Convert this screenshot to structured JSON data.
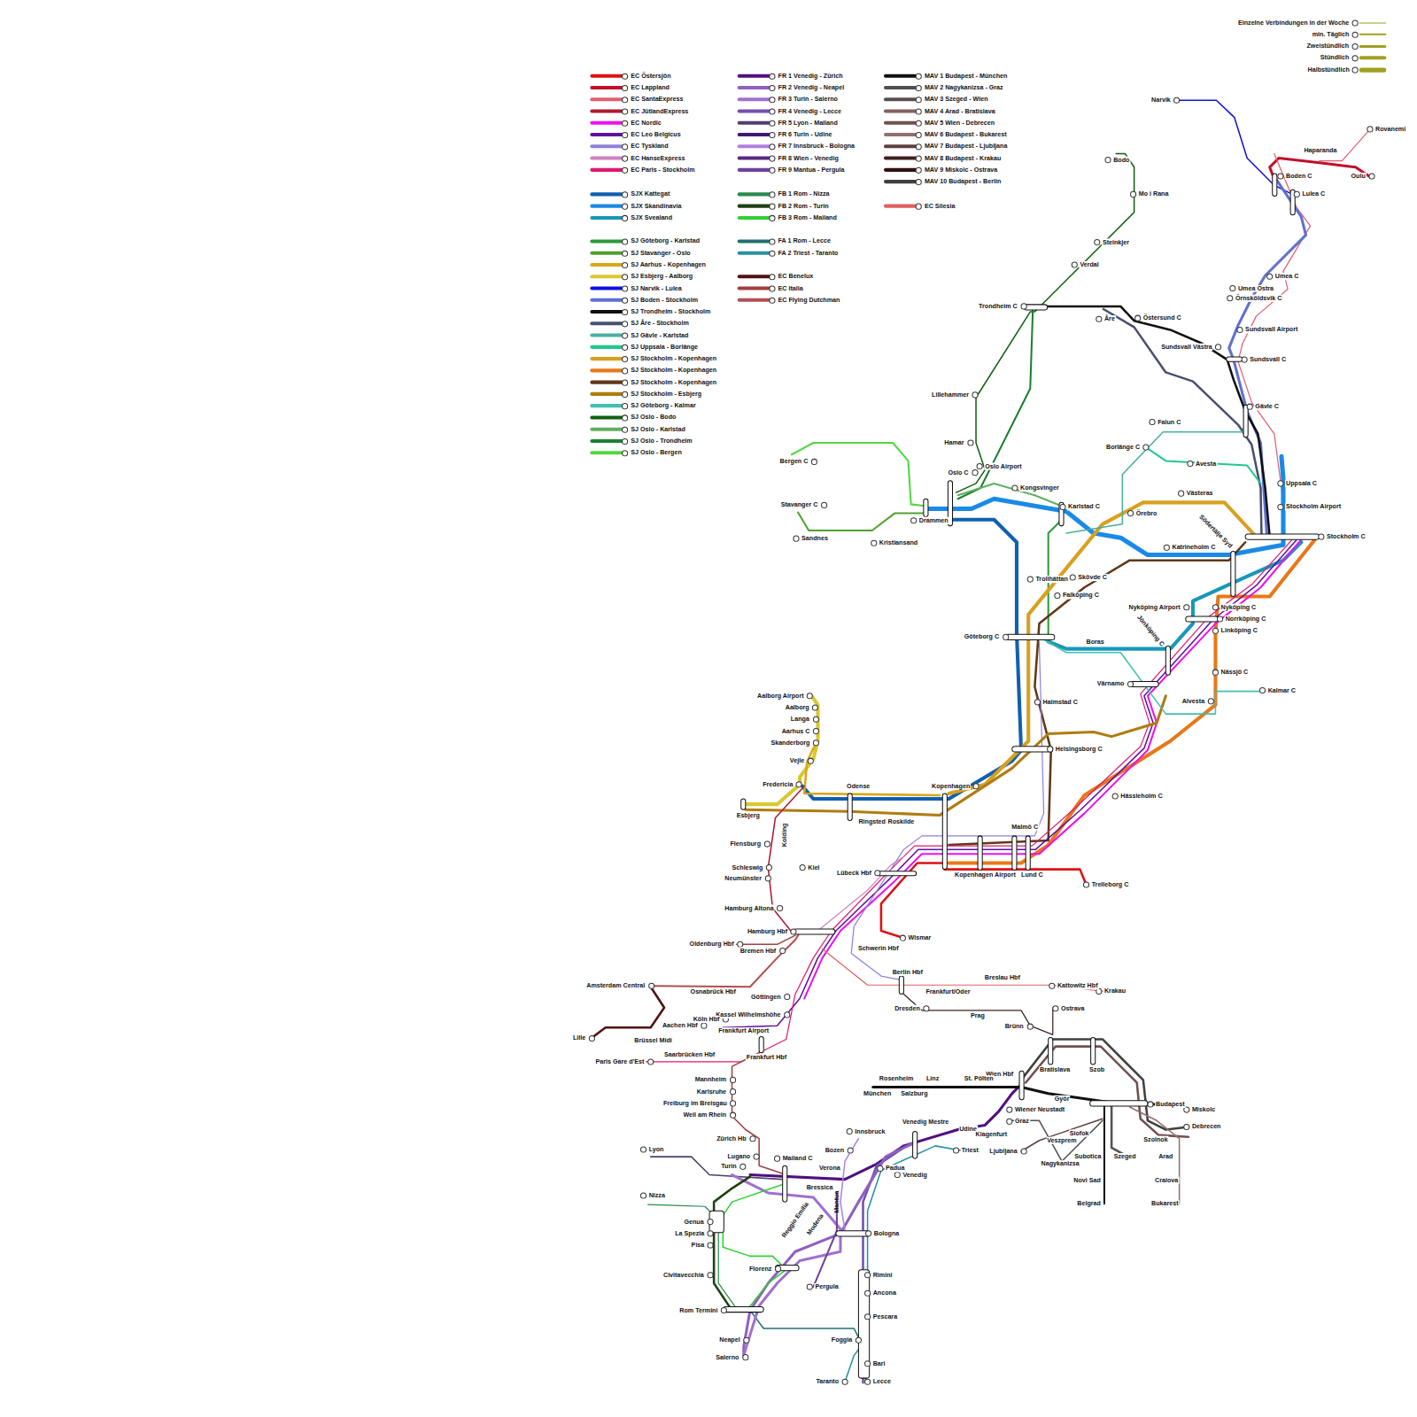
{
  "diagram": {
    "labels": [
      "Narvik",
      "Rovanemi",
      "Haparanda",
      "Boden C",
      "Oulu",
      "Lulea C",
      "Bodo",
      "Mo i Rana",
      "Steinkjer",
      "Verdal",
      "Trondheim C",
      "Åre",
      "Östersund C",
      "Umea C",
      "Umea Östra",
      "Örnsköldsvik C",
      "Sundsvall Airport",
      "Sundsvall Västra",
      "Sundsvall C",
      "Lillehammer",
      "Gävle C",
      "Falun C",
      "Hamar",
      "Borlänge C",
      "Bergen C",
      "Avesta",
      "Oslo Airport",
      "Oslo C",
      "Uppsala C",
      "Kongsvinger",
      "Västeras",
      "Stavanger C",
      "Karlstad C",
      "Stockholm Airport",
      "Drammen",
      "Örebro",
      "Södertälje Syd",
      "Stockholm C",
      "Sandnes",
      "Kristiansand",
      "Katrineholm C",
      "Trollhättan",
      "Skövde C",
      "Falköping C",
      "Nyköping Airport",
      "Nyköping C",
      "Norrköping C",
      "Linköping C",
      "Jönköping C",
      "Göteborg C",
      "Boras",
      "Nässjö C",
      "Värnamo",
      "Kalmar C",
      "Aalborg Airport",
      "Alvesta",
      "Halmstad C",
      "Aalborg",
      "Langa",
      "Aarhus C",
      "Skanderborg",
      "Helsingsborg C",
      "Vejle",
      "Fredericia",
      "Odense",
      "Kopenhagen",
      "Hässleholm C",
      "Esbjerg",
      "Ringsted",
      "Roskilde",
      "Malmö C",
      "Kolding",
      "Flensburg",
      "Schleswig",
      "Kiel",
      "Lübeck Hbf",
      "Kopenhagen Airport",
      "Lund C",
      "Neumünster",
      "Trelleborg C",
      "Hamburg Altona",
      "Hamburg Hbf",
      "Wismar",
      "Oldenburg Hbf",
      "Schwerin Hbf",
      "Bremen Hbf",
      "Berlin Hbf",
      "Breslau Hbf",
      "Amsterdam Central",
      "Kattowitz Hbf",
      "Krakau",
      "Osnabrück Hbf",
      "Frankfurt/Oder",
      "Göttingen",
      "Dresden",
      "Ostrava",
      "Kassel Wilhelmshöhe",
      "Prag",
      "Köln Hbf",
      "Aachen Hbf",
      "Brünn",
      "Frankfurt Airport",
      "Lille",
      "Brüssel Midi",
      "Saarbrücken Hbf",
      "Frankfurt Hbf",
      "Paris Gare d'Est",
      "Bratislava",
      "Szob",
      "Wien Hbf",
      "Rosenheim",
      "Linz",
      "St. Pölten",
      "Mannheim",
      "Karlsruhe",
      "München",
      "Salzburg",
      "Györ",
      "Freiburg im Breisgau",
      "Budapest",
      "Wiener Neustadt",
      "Miskolc",
      "Weil am Rhein",
      "Graz",
      "Venedig Mestre",
      "Debrecen",
      "Udine",
      "Innsbruck",
      "Siofok",
      "Klagenfurt",
      "Zürich Hb",
      "Szolnok",
      "Veszprem",
      "Lyon",
      "Bozen",
      "Triest",
      "Ljubljana",
      "Lugano",
      "Subotica",
      "Szeged",
      "Arad",
      "Mailand C",
      "Nagykanizsa",
      "Turin",
      "Verona",
      "Padua",
      "Venedig",
      "Novi Sad",
      "Craiova",
      "Bressica",
      "Nizza",
      "Mantua",
      "Reggio Emilia",
      "Modena",
      "Belgrad",
      "Bukarest",
      "Genua",
      "Bologna",
      "La Spezia",
      "Pisa",
      "Florenz",
      "Civitavecchia",
      "Rimini",
      "Pergula",
      "Ancona",
      "Rom Termini",
      "Pescara",
      "Neapel",
      "Foggia",
      "Salerno",
      "Bari",
      "Taranto",
      "Lecce"
    ],
    "legend": [
      {
        "text": "EC Östersjön",
        "color": "#e01010"
      },
      {
        "text": "EC Lappland",
        "color": "#c0102a"
      },
      {
        "text": "EC SantaExpress",
        "color": "#e06070"
      },
      {
        "text": "EC JütlandExpress",
        "color": "#b01830"
      },
      {
        "text": "EC Nordic",
        "color": "#ee10ee"
      },
      {
        "text": "EC Leo Belgicus",
        "color": "#6010a0"
      },
      {
        "text": "EC Tyskland",
        "color": "#9080d8"
      },
      {
        "text": "EC HanseExpress",
        "color": "#d080c0"
      },
      {
        "text": "EC Paris - Stockholm",
        "color": "#e01870"
      },
      {
        "text": "SJX Kattegat",
        "color": "#1060b0"
      },
      {
        "text": "SJX Skandinavia",
        "color": "#1a8ae8"
      },
      {
        "text": "SJX Svealand",
        "color": "#1898b8"
      },
      {
        "text": "SJ Göteborg - Karlstad",
        "color": "#2a9a3a"
      },
      {
        "text": "SJ Stavanger - Oslo",
        "color": "#50a030"
      },
      {
        "text": "SJ Aarhus - Kopenhagen",
        "color": "#d8a818"
      },
      {
        "text": "SJ Esbjerg - Aalborg",
        "color": "#d8c830"
      },
      {
        "text": "SJ Narvik - Lulea",
        "color": "#1010e0"
      },
      {
        "text": "SJ Boden - Stockholm",
        "color": "#6070d0"
      },
      {
        "text": "SJ Trondheim - Stockholm",
        "color": "#101010"
      },
      {
        "text": "SJ Åre - Stockholm",
        "color": "#485070"
      },
      {
        "text": "SJ Gävle - Karlstad",
        "color": "#48b0a0"
      },
      {
        "text": "SJ Uppsala - Borlänge",
        "color": "#20c890"
      },
      {
        "text": "SJ Stockholm - Kopenhagen",
        "color": "#d8a020"
      },
      {
        "text": "SJ Stockholm - Kopenhagen",
        "color": "#e87818"
      },
      {
        "text": "SJ Stockholm - Kopenhagen",
        "color": "#603818"
      },
      {
        "text": "SJ Stockholm - Esbjerg",
        "color": "#b07c10"
      },
      {
        "text": "SJ Göteborg - Kalmar",
        "color": "#40c0b0"
      },
      {
        "text": "SJ Oslo - Bodo",
        "color": "#106010"
      },
      {
        "text": "SJ Oslo - Karlstad",
        "color": "#60b060"
      },
      {
        "text": "SJ Oslo - Trondheim",
        "color": "#1a8030"
      },
      {
        "text": "SJ Oslo - Bergen",
        "color": "#50d840"
      },
      {
        "text": "FR 1 Venedig - Zürich",
        "color": "#501080"
      },
      {
        "text": "FR 2 Venedig - Neapel",
        "color": "#9060c0"
      },
      {
        "text": "FR 3 Turin - Salerno",
        "color": "#a070d0"
      },
      {
        "text": "FR 4 Venedig - Lecce",
        "color": "#7050b0"
      },
      {
        "text": "FR 5 Lyon - Mailand",
        "color": "#504070"
      },
      {
        "text": "FR 6 Turin - Udine",
        "color": "#401870"
      },
      {
        "text": "FR 7 Innsbruck - Bologna",
        "color": "#b080e0"
      },
      {
        "text": "FR 8 Wien - Venedig",
        "color": "#5a2a80"
      },
      {
        "text": "FR 9 Mantua - Pergula",
        "color": "#7040a0"
      },
      {
        "text": "FB 1 Rom - Nizza",
        "color": "#2a8a50"
      },
      {
        "text": "FB 2 Rom - Turin",
        "color": "#204010"
      },
      {
        "text": "FB 3 Rom - Mailand",
        "color": "#30d030"
      },
      {
        "text": "FA 1 Rom - Lecce",
        "color": "#207070"
      },
      {
        "text": "FA 2 Triest - Taranto",
        "color": "#2890a0"
      },
      {
        "text": "EC Benelux",
        "color": "#501010"
      },
      {
        "text": "EC Italia",
        "color": "#a04040"
      },
      {
        "text": "EC Flying Dutchman",
        "color": "#b05050"
      },
      {
        "text": "MAV 1 Budapest - München",
        "color": "#101010"
      },
      {
        "text": "MAV 2 Nagykanizsa - Graz",
        "color": "#505050"
      },
      {
        "text": "MAV 3 Szeged - Wien",
        "color": "#585050"
      },
      {
        "text": "MAV 4 Arad - Bratislava",
        "color": "#806060"
      },
      {
        "text": "MAV 5 Wien - Debrecen",
        "color": "#705050"
      },
      {
        "text": "MAV 6 Budapest - Bukarest",
        "color": "#907070"
      },
      {
        "text": "MAV 7 Budapest - Ljubljana",
        "color": "#604040"
      },
      {
        "text": "MAV 8 Budapest - Krakau",
        "color": "#402020"
      },
      {
        "text": "MAV 9 Miskolc - Ostrava",
        "color": "#301010"
      },
      {
        "text": "MAV 10 Budapest - Berlin",
        "color": "#404040"
      },
      {
        "text": "EC Silesia",
        "color": "#e06060"
      },
      {
        "text": "Einzelne Verbindungen in der Woche",
        "color": "#a0a020"
      },
      {
        "text": "min. Täglich",
        "color": "#a0a020"
      },
      {
        "text": "Zweistündlich",
        "color": "#a0a020"
      },
      {
        "text": "Stündlich",
        "color": "#a0a020"
      },
      {
        "text": "Halbstündlich",
        "color": "#a0a020"
      }
    ]
  }
}
